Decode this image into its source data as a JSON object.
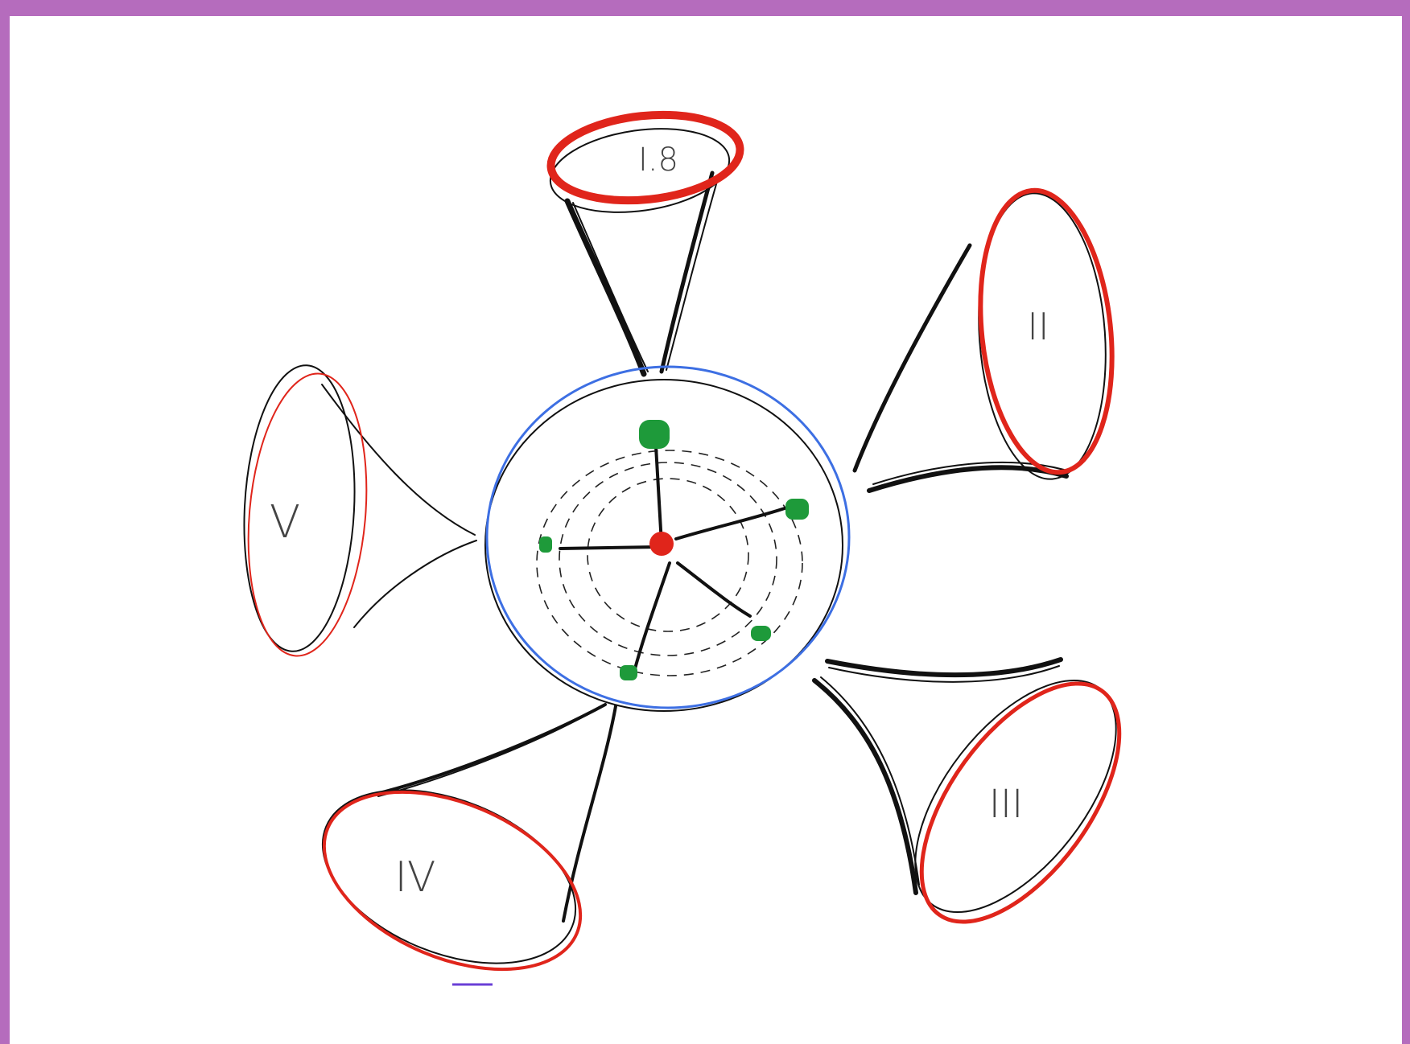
{
  "colors": {
    "frame_border": "#b56cbd",
    "outline": "#111111",
    "lobe_outline": "#e0251b",
    "hub_outline": "#3d6fe3",
    "center_node": "#e0251b",
    "spoke_node": "#1e9a3a"
  },
  "diagram": {
    "lobes": [
      {
        "label": "I.8"
      },
      {
        "label": "II"
      },
      {
        "label": "III"
      },
      {
        "label": "IV"
      },
      {
        "label": "V"
      }
    ]
  }
}
